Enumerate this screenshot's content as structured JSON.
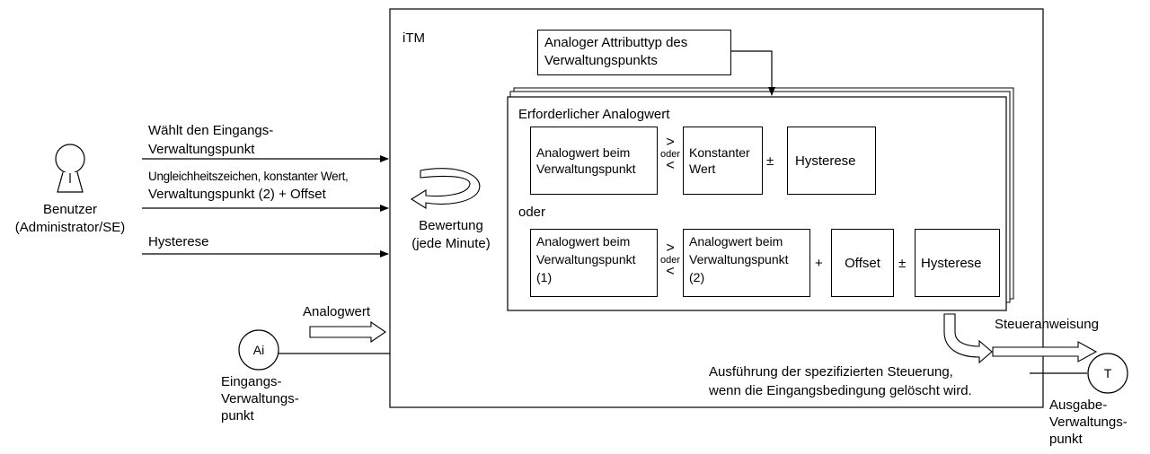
{
  "user": {
    "label_line1": "Benutzer",
    "label_line2": "(Administrator/SE)",
    "icon": "person-icon"
  },
  "inputs": {
    "select_line1": "Wählt den Eingangs-",
    "select_line2": "Verwaltungspunkt",
    "inequality_line1": "Ungleichheitszeichen, konstanter Wert,",
    "inequality_line2": "Verwaltungspunkt (2) + Offset",
    "hysteresis": "Hysterese",
    "analog_value": "Analogwert"
  },
  "input_point": {
    "symbol": "Ai",
    "label_line1": "Eingangs-",
    "label_line2": "Verwaltungs-",
    "label_line3": "punkt"
  },
  "itm": {
    "title": "iTM",
    "attr_type_line1": "Analoger Attributtyp des",
    "attr_type_line2": "Verwaltungspunkts",
    "evaluation_line1": "Bewertung",
    "evaluation_line2": "(jede Minute)",
    "required_title": "Erforderlicher Analogwert",
    "row1": {
      "left_line1": "Analogwert beim",
      "left_line2": "Verwaltungspunkt",
      "op_gt": ">",
      "op_or": "oder",
      "op_lt": "<",
      "const_line1": "Konstanter",
      "const_line2": "Wert",
      "plusminus": "±",
      "hysteresis": "Hysterese"
    },
    "or_label": "oder",
    "row2": {
      "left_line1": "Analogwert beim",
      "left_line2": "Verwaltungspunkt",
      "left_line3": "(1)",
      "op_gt": ">",
      "op_or": "oder",
      "op_lt": "<",
      "right_line1": "Analogwert beim",
      "right_line2": "Verwaltungspunkt",
      "right_line3": "(2)",
      "plus": "+",
      "offset": "Offset",
      "plusminus": "±",
      "hysteresis": "Hysterese"
    }
  },
  "output": {
    "instruction": "Steueranweisung",
    "exec_line1": "Ausführung der spezifizierten Steuerung,",
    "exec_line2": "wenn die Eingangsbedingung gelöscht wird.",
    "symbol": "T",
    "label_line1": "Ausgabe-",
    "label_line2": "Verwaltungs-",
    "label_line3": "punkt"
  }
}
